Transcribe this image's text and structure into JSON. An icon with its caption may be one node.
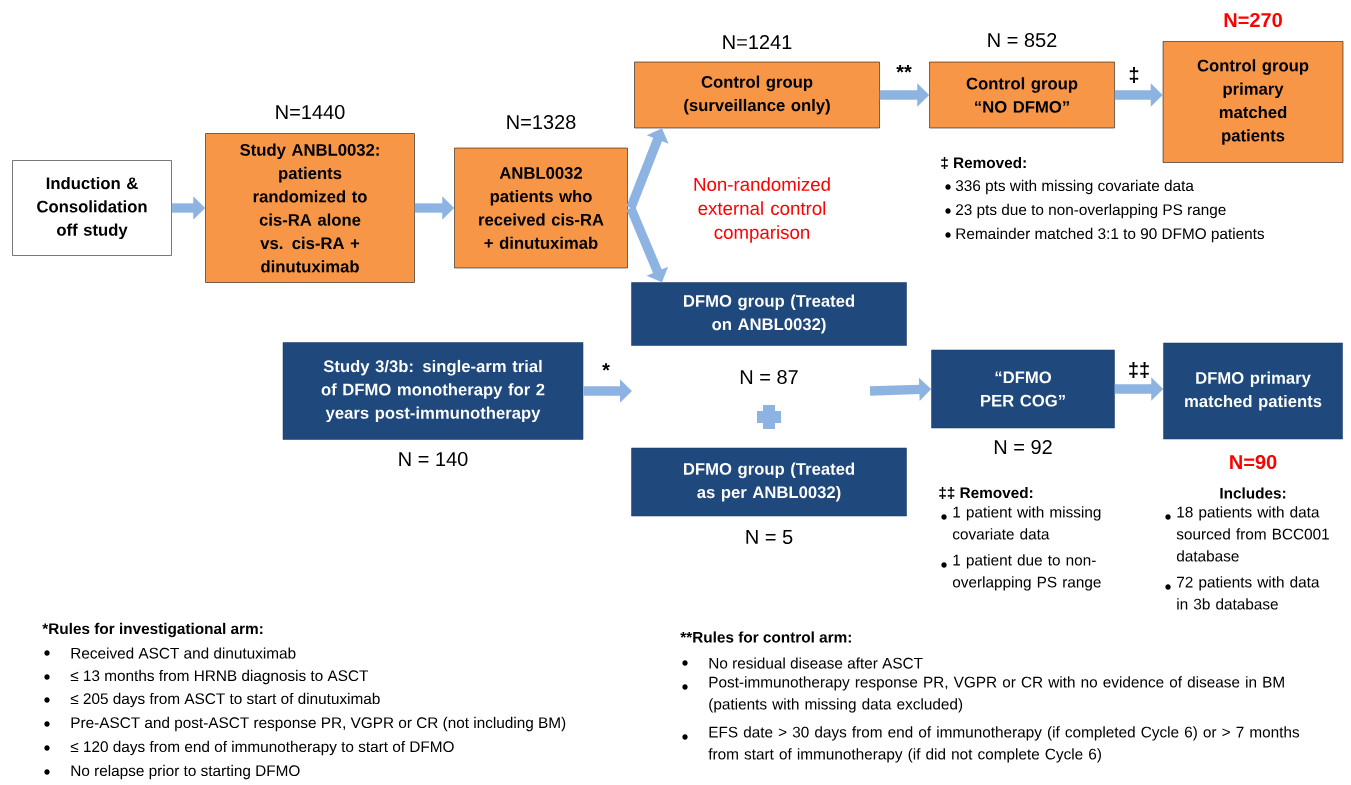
{
  "diagram": {
    "nodes": [
      {
        "text": [
          "Induction & Consolidation off study"
        ]
      },
      {
        "text": [
          "Study ANBL0032: patients randomized to cis-RA alone vs. cis-RA + dinutuximab"
        ],
        "beside": [
          "N=1440"
        ]
      },
      {
        "text": [
          "ANBL0032 patients who received cis-RA + dinutuximab"
        ],
        "beside": [
          "N=1328"
        ]
      },
      {
        "text": [
          "Control group (surveillance only)"
        ],
        "beside": [
          "N=1241"
        ]
      },
      {
        "text": [
          "Control group “NO DFMO”"
        ],
        "beside": [
          "N = 852"
        ]
      },
      {
        "text": [
          "Control group primary matched patients"
        ],
        "beside": [
          "N=270"
        ]
      },
      {
        "text": [
          "Study 3/3b: single-arm trial of DFMO monotherapy for 2 years post-immunotherapy"
        ],
        "beside": [
          "N = 140"
        ]
      },
      {
        "text": [
          "DFMO group (Treated on ANBL0032)"
        ],
        "beside": [
          "N = 87"
        ]
      },
      {
        "text": [
          "DFMO group (Treated as per ANBL0032)"
        ],
        "beside": [
          "N = 5"
        ]
      },
      {
        "text": [
          "“DFMO PER COG”"
        ],
        "beside": [
          "N = 92"
        ]
      },
      {
        "text": [
          "DFMO primary matched patients"
        ],
        "beside": [
          "N=90"
        ]
      }
    ],
    "edges": [
      {
        "from": 0,
        "to": 1,
        "arrow": "to"
      },
      {
        "from": 1,
        "to": 2,
        "arrow": "to"
      },
      {
        "from": 2,
        "to": 3,
        "arrow": "to"
      },
      {
        "from": 2,
        "to": 7,
        "arrow": "to"
      },
      {
        "from": 3,
        "to": 4,
        "arrow": "to",
        "label": "**"
      },
      {
        "from": 4,
        "to": 5,
        "arrow": "to",
        "label": "‡"
      },
      {
        "from": 6,
        "to": null,
        "arrow": "to",
        "label": "*"
      },
      {
        "from": null,
        "to": 9,
        "arrow": "to"
      },
      {
        "from": 9,
        "to": 10,
        "arrow": "to",
        "label": "‡‡"
      }
    ],
    "labels": [
      "Non-randomized external control comparison",
      "‡ Removed:",
      "336 pts with missing covariate data",
      "23 pts due to non-overlapping PS range",
      "Remainder matched 3:1 to 90 DFMO patients",
      "‡‡ Removed:",
      "1 patient with missing covariate data",
      "1 patient due to non-overlapping PS range",
      "Includes:",
      "18 patients with data sourced from BCC001 database",
      "72 patients with data in 3b database",
      "*Rules for investigational arm:",
      "Received ASCT and dinutuximab",
      "≤ 13 months from HRNB diagnosis to ASCT",
      "≤ 205 days from ASCT to start of dinutuximab",
      "Pre-ASCT and post-ASCT response PR, VGPR or CR (not including BM)",
      "≤ 120 days from end of immunotherapy to start of DFMO",
      "No relapse prior to starting DFMO",
      "**Rules for control arm:",
      "No residual disease after ASCT",
      "Post-immunotherapy response PR, VGPR or CR with no evidence of disease in BM (patients with missing data excluded)",
      "EFS date > 30 days from end of immunotherapy (if completed Cycle 6) or > 7 months from start of immunotherapy (if did not complete Cycle 6)"
    ]
  }
}
